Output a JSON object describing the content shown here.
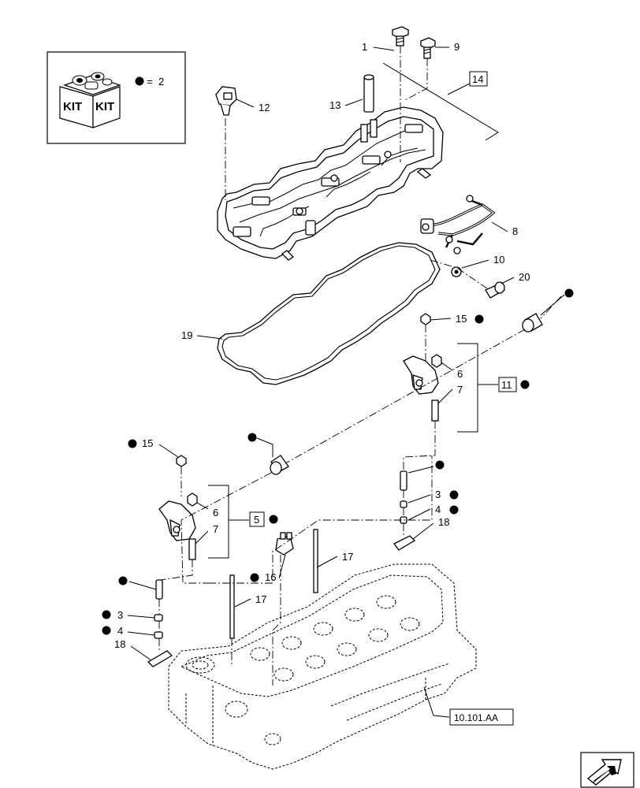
{
  "kit_legend": {
    "words": [
      "KIT",
      "KIT"
    ],
    "equals_text": "=",
    "quantity": "2",
    "marker_color": "#000000"
  },
  "callouts": {
    "c1": "1",
    "c9": "9",
    "c14": "14",
    "c12": "12",
    "c13": "13",
    "c8": "8",
    "c10": "10",
    "c20": "20",
    "c19": "19",
    "c15a": "15",
    "c6a": "6",
    "c7a": "7",
    "c11": "11",
    "c15b": "15",
    "c6b": "6",
    "c7b": "7",
    "c5": "5",
    "c3a": "3",
    "c4a": "4",
    "c18a": "18",
    "c17a": "17",
    "c16": "16",
    "c17b": "17",
    "c3b": "3",
    "c4b": "4",
    "c18b": "18"
  },
  "reference": "10.101.AA",
  "nav_icon": "next-page-arrow-icon"
}
